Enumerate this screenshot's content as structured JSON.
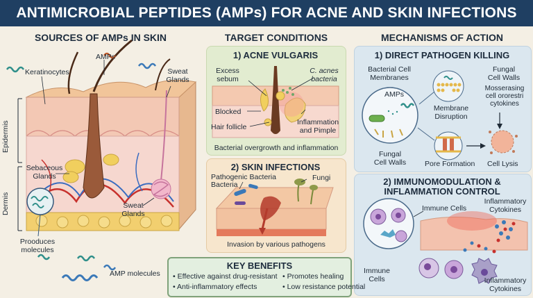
{
  "header": {
    "title": "ANTIMICROBIAL PEPTIDES (AMPs) FOR ACNE AND SKIN INFECTIONS"
  },
  "sources": {
    "title": "SOURCES OF AMPs IN SKIN",
    "keratinocytes": "Keratinocytes",
    "amps": "AMPs",
    "sweat_glands_top_1": "Sweat",
    "sweat_glands_top_2": "Glands",
    "epidermis": "Epidermis",
    "dermis": "Dermis",
    "sebaceous_1": "Sebaceous",
    "sebaceous_2": "Glands",
    "sweat_glands_mid_1": "Sweat",
    "sweat_glands_mid_2": "Glands",
    "produces_1": "Prooduces",
    "produces_2": "molecules",
    "amp_molecules": "AMP molecules"
  },
  "targets": {
    "title": "TARGET CONDITIONS",
    "acne": {
      "title": "1) ACNE VULGARIS",
      "excess_1": "Excess",
      "excess_2": "sebum",
      "cacnes_1": "C. acnes",
      "cacnes_2": "bacteria",
      "blocked": "Blocked",
      "inflammation_1": "Inflammation",
      "inflammation_2": "and Pimple",
      "hair_follicle": "Hair follicle",
      "caption": "Bacterial overgrowth and inflammation"
    },
    "infections": {
      "title": "2) SKIN INFECTIONS",
      "pathogenic_1": "Pathogenic Bacteria",
      "pathogenic_2": "Bacteria",
      "fungi": "Fungi",
      "caption": "Invasion by various pathogens"
    }
  },
  "mechanisms": {
    "title": "MECHANISMS OF ACTION",
    "killing": {
      "title": "1) DIRECT PATHOGEN KILLING",
      "bacterial_1": "Bacterial Cell",
      "bacterial_2": "Membranes",
      "fungal_top_1": "Fungal",
      "fungal_top_2": "Cell Walls",
      "amps": "AMPs",
      "membrane_1": "Membrane",
      "membrane_2": "Disruption",
      "mossera_1": "Mosserasing",
      "mossera_2": "cell ororestri",
      "mossera_3": "cytokines",
      "fungal_bottom_1": "Fungal",
      "fungal_bottom_2": "Cell Walls",
      "pore": "Pore Formation",
      "lysis": "Cell Lysis"
    },
    "immuno": {
      "title_1": "2) IMMUNOMODULATION &",
      "title_2": "INFLAMMATION CONTROL",
      "immune_cells_top": "Immune Cells",
      "inflammatory_top_1": "Inflammatory",
      "inflammatory_top_2": "Cytokines",
      "immune_cells_bottom_1": "Immune",
      "immune_cells_bottom_2": "Cells",
      "inflammatory_bottom_1": "Inflammatory",
      "inflammatory_bottom_2": "Cytokines"
    }
  },
  "benefits": {
    "title": "KEY BENEFITS",
    "items": [
      "• Effective against drug-resistant",
      "• Promotes healing",
      "• Anti-inflammatory effects",
      "• Low resistance potential"
    ]
  }
}
